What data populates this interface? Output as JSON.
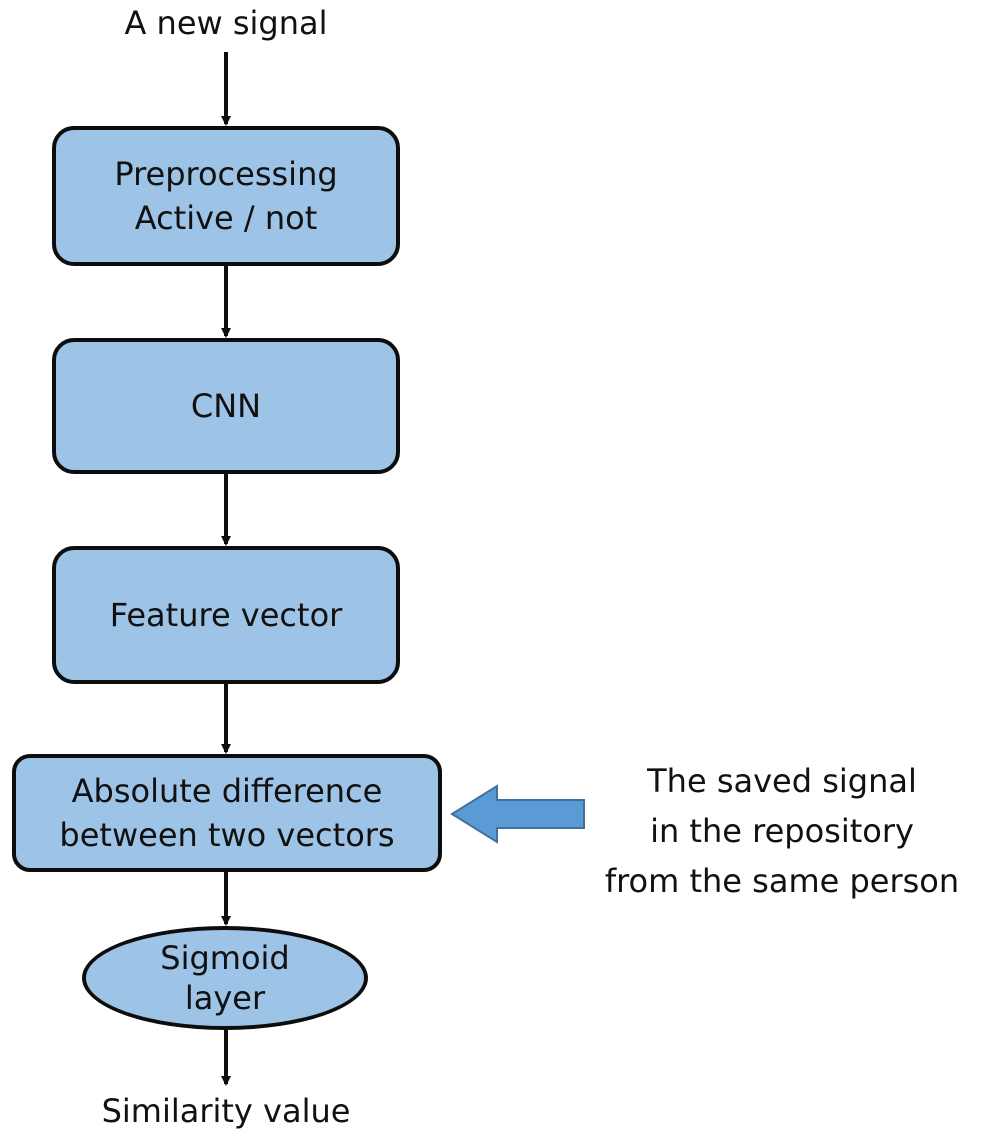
{
  "input_label": "A new signal",
  "nodes": {
    "preprocessing": {
      "line1": "Preprocessing",
      "line2": "Active / not"
    },
    "cnn": {
      "line1": "CNN"
    },
    "feature_vector": {
      "line1": "Feature vector"
    },
    "absolute_difference": {
      "line1": "Absolute difference",
      "line2": "between two vectors"
    },
    "sigmoid": {
      "line1": "Sigmoid",
      "line2": "layer"
    }
  },
  "side_input": {
    "line1": "The saved signal",
    "line2": "in the repository",
    "line3": "from the same person"
  },
  "output_label": "Similarity value",
  "colors": {
    "node_fill": "#9dc3e6",
    "node_border": "#0d0d0d",
    "side_arrow_fill": "#5b9bd5",
    "side_arrow_stroke": "#41719c"
  }
}
